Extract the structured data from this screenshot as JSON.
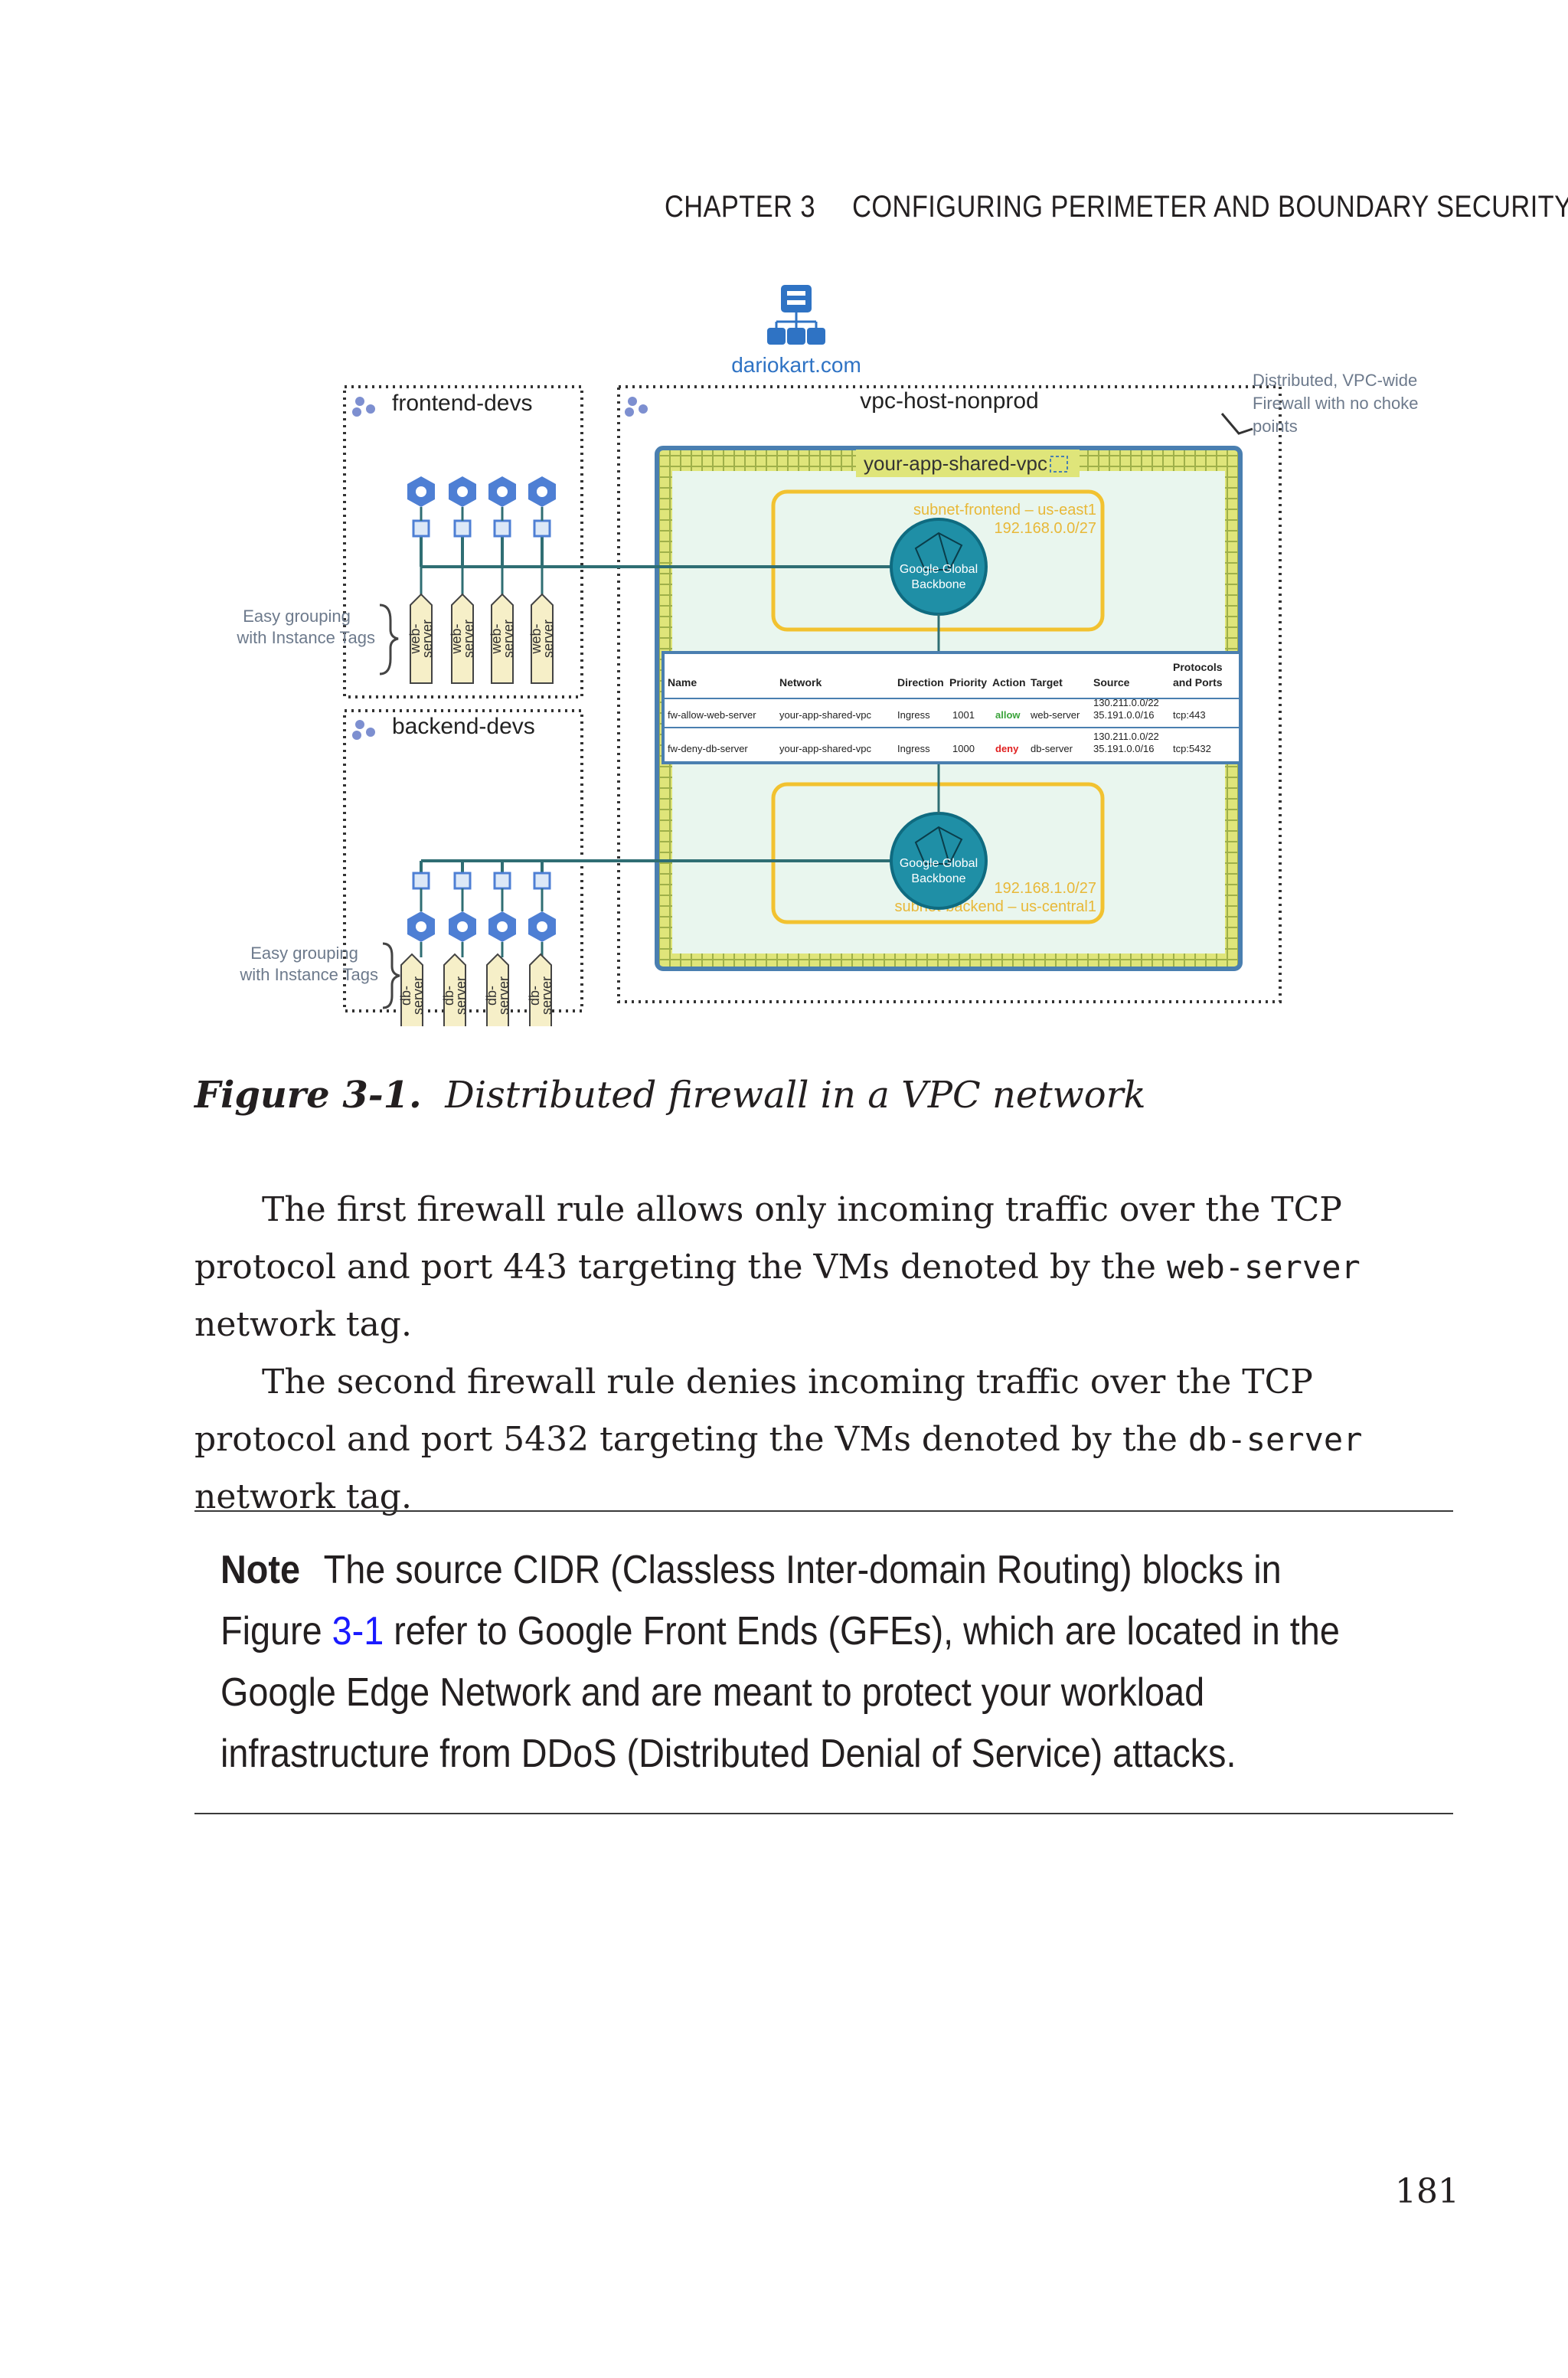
{
  "header": {
    "chapter": "CHAPTER 3",
    "title": "CONFIGURING PERIMETER AND BOUNDARY SECURITY"
  },
  "figure": {
    "domain_label": "dariokart.com",
    "frontend_project": "frontend-devs",
    "backend_project": "backend-devs",
    "host_project": "vpc-host-nonprod",
    "shared_vpc": "your-app-shared-vpc",
    "firewall_note": [
      "Distributed, VPC-wide",
      "Firewall with no choke",
      "points"
    ],
    "grouping_note": [
      "Easy grouping",
      "with Instance Tags"
    ],
    "web_tag": [
      "web-",
      "server"
    ],
    "db_tag": [
      "db-",
      "server"
    ],
    "backbone": [
      "Google Global",
      "Backbone"
    ],
    "subnet_frontend": {
      "name": "subnet-frontend – us-east1",
      "cidr": "192.168.0.0/27"
    },
    "subnet_backend": {
      "name": "subnet-backend – us-central1",
      "cidr": "192.168.1.0/27"
    },
    "table": {
      "headers": [
        "Name",
        "Network",
        "Direction",
        "Priority",
        "Action",
        "Target",
        "Source",
        "Protocols",
        "and Ports"
      ],
      "rows": [
        {
          "name": "fw-allow-web-server",
          "network": "your-app-shared-vpc",
          "direction": "Ingress",
          "priority": "1001",
          "action": "allow",
          "target": "web-server",
          "source1": "130.211.0.0/22",
          "source2": "35.191.0.0/16",
          "ports": "tcp:443"
        },
        {
          "name": "fw-deny-db-server",
          "network": "your-app-shared-vpc",
          "direction": "Ingress",
          "priority": "1000",
          "action": "deny",
          "target": "db-server",
          "source1": "130.211.0.0/22",
          "source2": "35.191.0.0/16",
          "ports": "tcp:5432"
        }
      ]
    }
  },
  "caption": {
    "label": "Figure 3-1.",
    "text": "Distributed firewall in a VPC network"
  },
  "paragraph1": {
    "t1": "The first firewall rule allows only incoming traffic over the TCP protocol and port 443 targeting the VMs denoted by the ",
    "code": "web-server",
    "t2": " network tag."
  },
  "paragraph2": {
    "t1": "The second firewall rule denies incoming traffic over the TCP protocol and port 5432 targeting the VMs denoted by the ",
    "code": "db-server",
    "t2": " network tag."
  },
  "note": {
    "label": "Note",
    "t1": "The source CIDR (Classless Inter-domain Routing) blocks in Figure ",
    "link": "3-1",
    "t2": " refer to Google Front Ends (GFEs), which are located in the Google Edge Network and are meant to protect your workload infrastructure from DDoS (Distributed Denial of Service) attacks."
  },
  "page_number": "181",
  "colors": {
    "vpc_border": "#4a7fb0",
    "hatch": "#c8d44a",
    "subnet": "#f2c230",
    "backbone": "#1f8fa6",
    "vm": "#4e7fd4",
    "tag": "#f6efc8",
    "allow": "#3aa33a",
    "deny": "#e02020"
  }
}
